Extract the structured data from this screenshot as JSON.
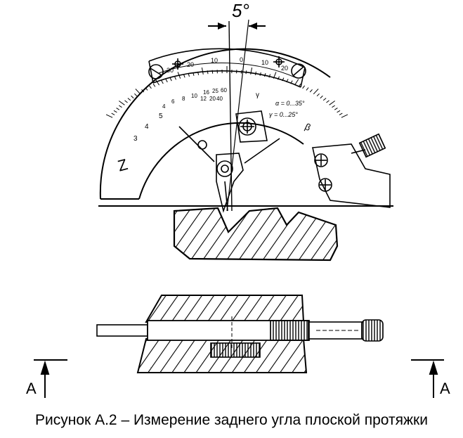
{
  "figure": {
    "angle_label": "5°",
    "caption": "Рисунок А.2 – Измерение заднего угла плоской протяжки",
    "section_left_label": "А",
    "section_right_label": "А",
    "scale_left_numbers": [
      "30",
      "20",
      "10"
    ],
    "scale_right_numbers": [
      "0",
      "10",
      "20"
    ],
    "inner_numbers": [
      "4",
      "6",
      "8",
      "10",
      "12",
      "16",
      "20",
      "25",
      "40",
      "60"
    ],
    "arc_numbers": [
      "5",
      "4",
      "3"
    ],
    "z_mark": "Z",
    "formula_1": "α = 0...35°",
    "formula_2": "γ = 0...25°",
    "gamma_mark": "γ",
    "beta_mark": "β"
  }
}
